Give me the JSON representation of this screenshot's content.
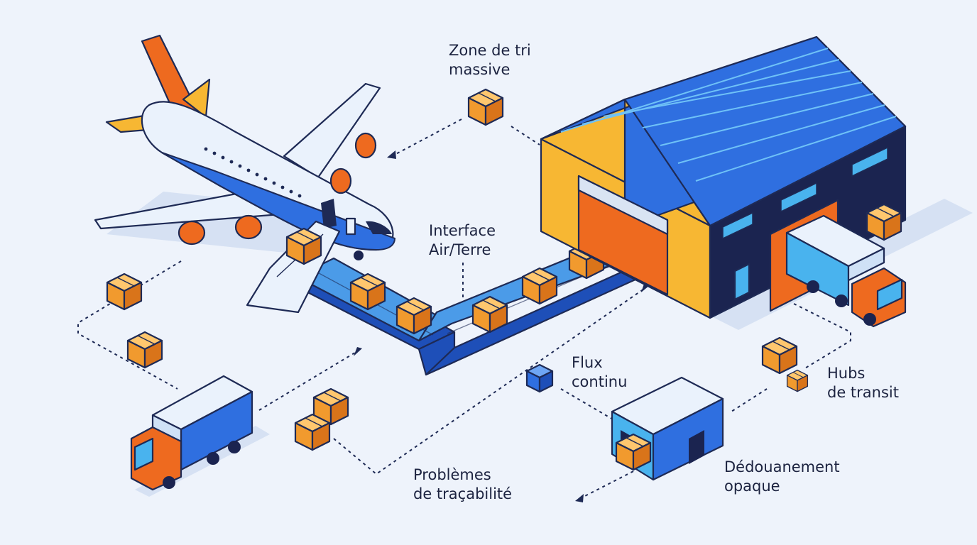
{
  "labels": {
    "zone_tri": [
      "Zone de tri",
      "massive"
    ],
    "interface": [
      "Interface",
      "Air/Terre"
    ],
    "flux": [
      "Flux",
      "continu"
    ],
    "hubs": [
      "Hubs",
      "de transit"
    ],
    "problemes": [
      "Problèmes",
      "de traçabilité"
    ],
    "dedouanement": [
      "Dédouanement",
      "opaque"
    ]
  },
  "colors": {
    "background": "#eef3fb",
    "ink": "#1e2a55",
    "blue": "#2f6fe0",
    "light_blue": "#49b3ee",
    "orange": "#ee6a1f",
    "yellow": "#f7b733",
    "box": "#f19a2e",
    "navy": "#1b2450"
  },
  "icons": [
    "airplane-icon",
    "warehouse-icon",
    "conveyor-belt-icon",
    "truck-icon",
    "parcel-icon",
    "customs-building-icon"
  ]
}
